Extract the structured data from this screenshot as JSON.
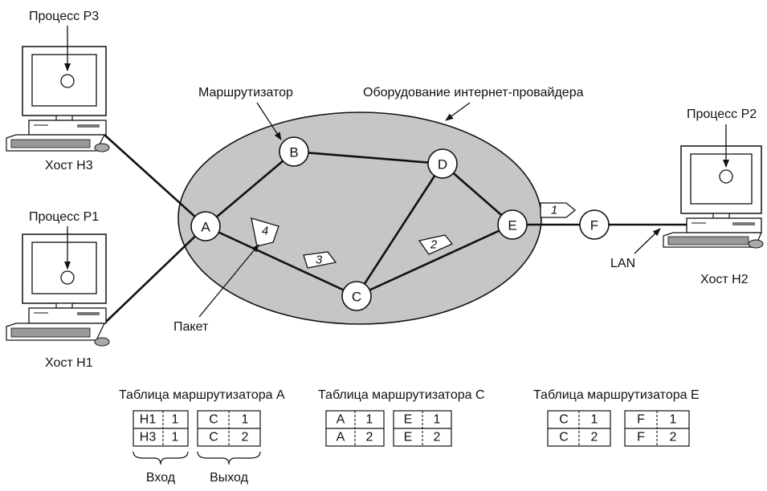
{
  "labels": {
    "isp": "Оборудование интернет-провайдера",
    "router": "Маршрутизатор",
    "packet": "Пакет",
    "lan": "LAN"
  },
  "hosts": {
    "h1": {
      "name": "Хост H1",
      "process": "Процесс P1"
    },
    "h2": {
      "name": "Хост H2",
      "process": "Процесс P2"
    },
    "h3": {
      "name": "Хост H3",
      "process": "Процесс P3"
    }
  },
  "nodes": {
    "A": "A",
    "B": "B",
    "C": "C",
    "D": "D",
    "E": "E",
    "F": "F"
  },
  "packets": {
    "p1": "1",
    "p2": "2",
    "p3": "3",
    "p4": "4"
  },
  "tables": {
    "a": {
      "title": "Таблица маршрутизатора A",
      "in": [
        [
          "H1",
          "1"
        ],
        [
          "H3",
          "1"
        ]
      ],
      "out": [
        [
          "C",
          "1"
        ],
        [
          "C",
          "2"
        ]
      ],
      "in_label": "Вход",
      "out_label": "Выход"
    },
    "c": {
      "title": "Таблица маршрутизатора C",
      "in": [
        [
          "A",
          "1"
        ],
        [
          "A",
          "2"
        ]
      ],
      "out": [
        [
          "E",
          "1"
        ],
        [
          "E",
          "2"
        ]
      ]
    },
    "e": {
      "title": "Таблица маршрутизатора E",
      "in": [
        [
          "C",
          "1"
        ],
        [
          "C",
          "2"
        ]
      ],
      "out": [
        [
          "F",
          "1"
        ],
        [
          "F",
          "2"
        ]
      ]
    }
  },
  "colors": {
    "cloud_fill": "#c6c6c6",
    "line": "#111111",
    "background": "#ffffff"
  },
  "icons": {
    "host": "desktop-computer-icon",
    "arrow": "arrow-pointer-icon"
  }
}
